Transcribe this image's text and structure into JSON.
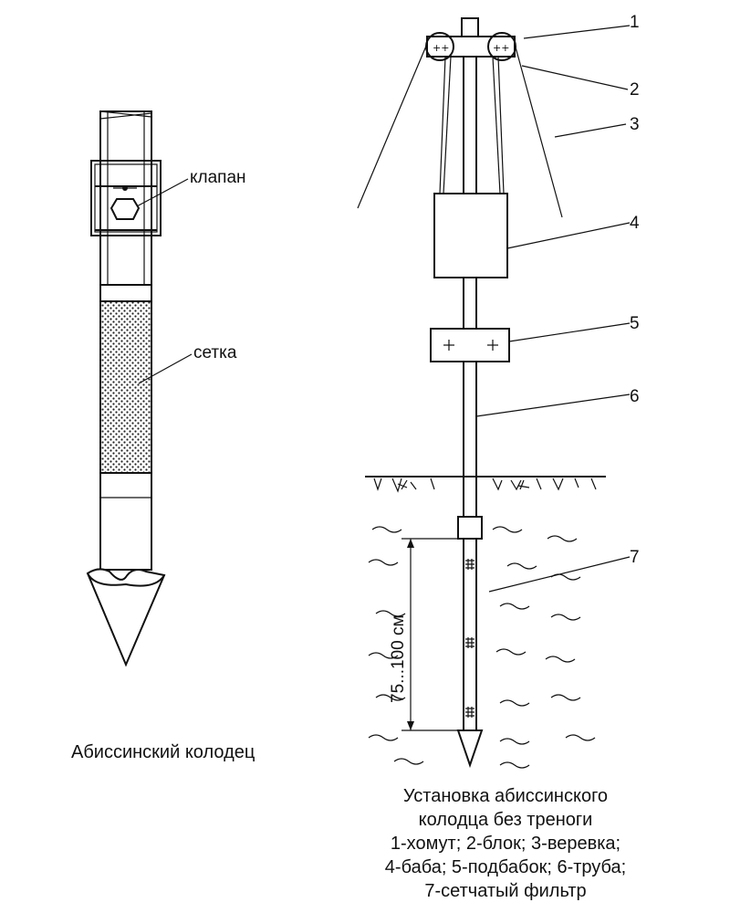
{
  "left_figure": {
    "labels": {
      "valve": "клапан",
      "mesh": "сетка"
    },
    "caption": "Абиссинский колодец"
  },
  "right_figure": {
    "callouts": [
      "1",
      "2",
      "3",
      "4",
      "5",
      "6",
      "7"
    ],
    "dimension": "75...100 см",
    "caption_lines": [
      "Установка абиссинского",
      "колодца без треноги",
      "1-хомут; 2-блок; 3-веревка;",
      "4-баба; 5-подбабок; 6-труба;",
      "7-сетчатый фильтр"
    ]
  }
}
